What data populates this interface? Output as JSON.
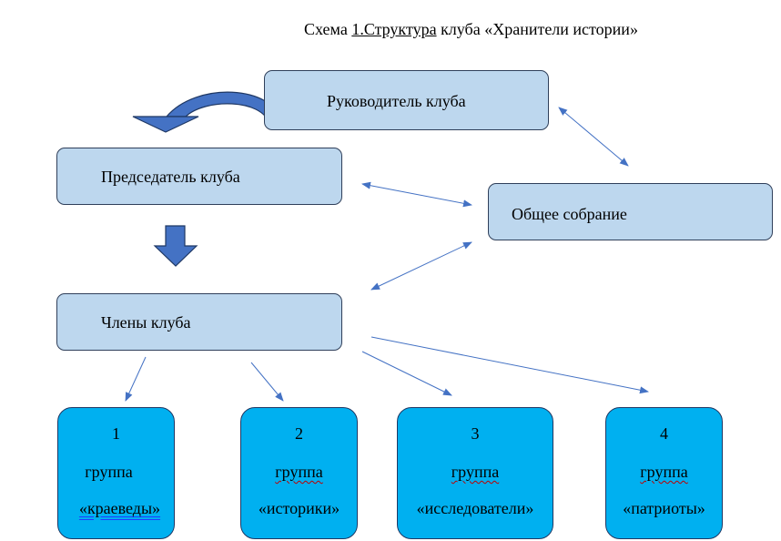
{
  "title": {
    "prefix": "Схема ",
    "underlined": "1.Структура",
    "suffix": " клуба «Хранители истории»"
  },
  "nodes": {
    "leader": "Руководитель клуба",
    "chairman": "Председатель клуба",
    "assembly": "Общее собрание",
    "members": "Члены клуба"
  },
  "groups": [
    {
      "number": "1",
      "word": "группа",
      "name": "«краеведы»"
    },
    {
      "number": "2",
      "word": "группа",
      "name": "«историки»"
    },
    {
      "number": "3",
      "word": "группа",
      "name": "«исследователи»"
    },
    {
      "number": "4",
      "word": "группа",
      "name": "«патриоты»"
    }
  ],
  "colors": {
    "node_fill": "#bdd7ee",
    "group_fill": "#00b0f0",
    "arrow": "#4472c4",
    "block_arrow": "#4472c4"
  }
}
